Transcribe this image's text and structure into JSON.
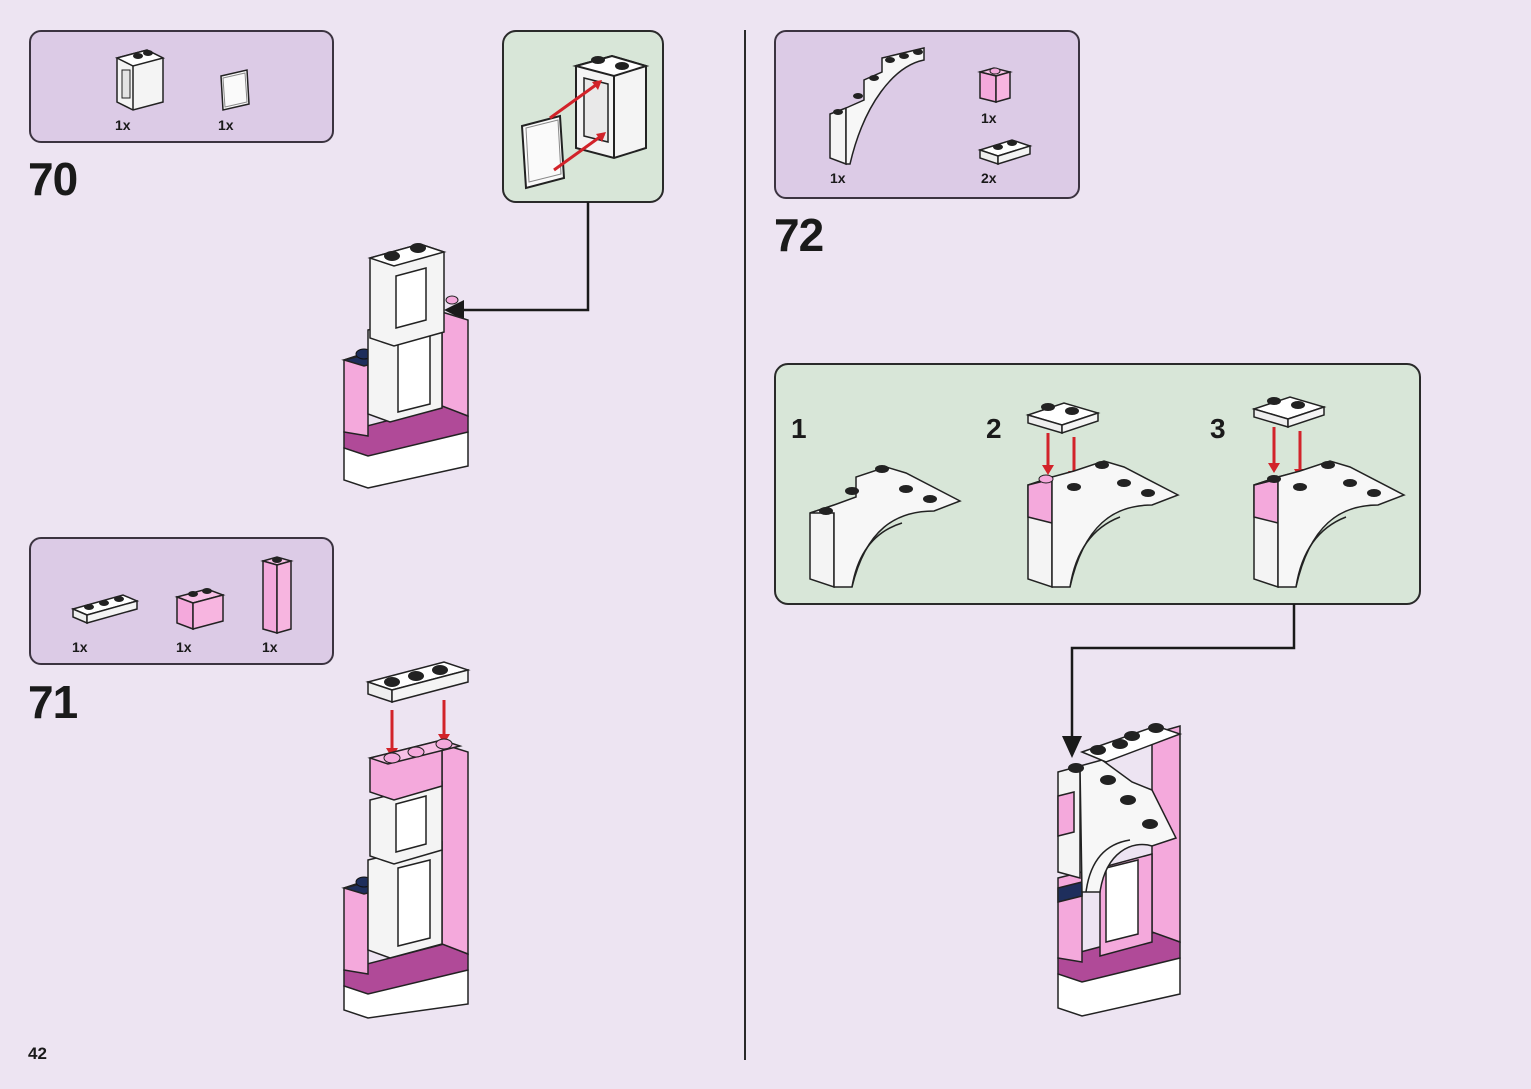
{
  "page_number": "42",
  "colors": {
    "background": "#ede4f2",
    "parts_box": "#dccbe6",
    "callout": "#d8e6d8",
    "pink": "#f4a9dc",
    "magenta": "#b04a98",
    "navy": "#1e2e5c",
    "arrow_red": "#d2232a"
  },
  "steps": [
    {
      "number": "70",
      "parts": [
        {
          "icon": "white-window-frame-icon",
          "qty": "1x"
        },
        {
          "icon": "transparent-glass-pane-icon",
          "qty": "1x"
        }
      ]
    },
    {
      "number": "71",
      "parts": [
        {
          "icon": "white-1x3-plate-icon",
          "qty": "1x"
        },
        {
          "icon": "pink-1x2-brick-icon",
          "qty": "1x"
        },
        {
          "icon": "pink-1x1x3-brick-icon",
          "qty": "1x"
        }
      ]
    },
    {
      "number": "72",
      "parts": [
        {
          "icon": "white-arch-icon",
          "qty": "1x"
        },
        {
          "icon": "pink-1x1-brick-icon",
          "qty": "1x"
        },
        {
          "icon": "white-1x2-plate-icon",
          "qty": "2x"
        }
      ],
      "substeps": [
        "1",
        "2",
        "3"
      ]
    }
  ]
}
